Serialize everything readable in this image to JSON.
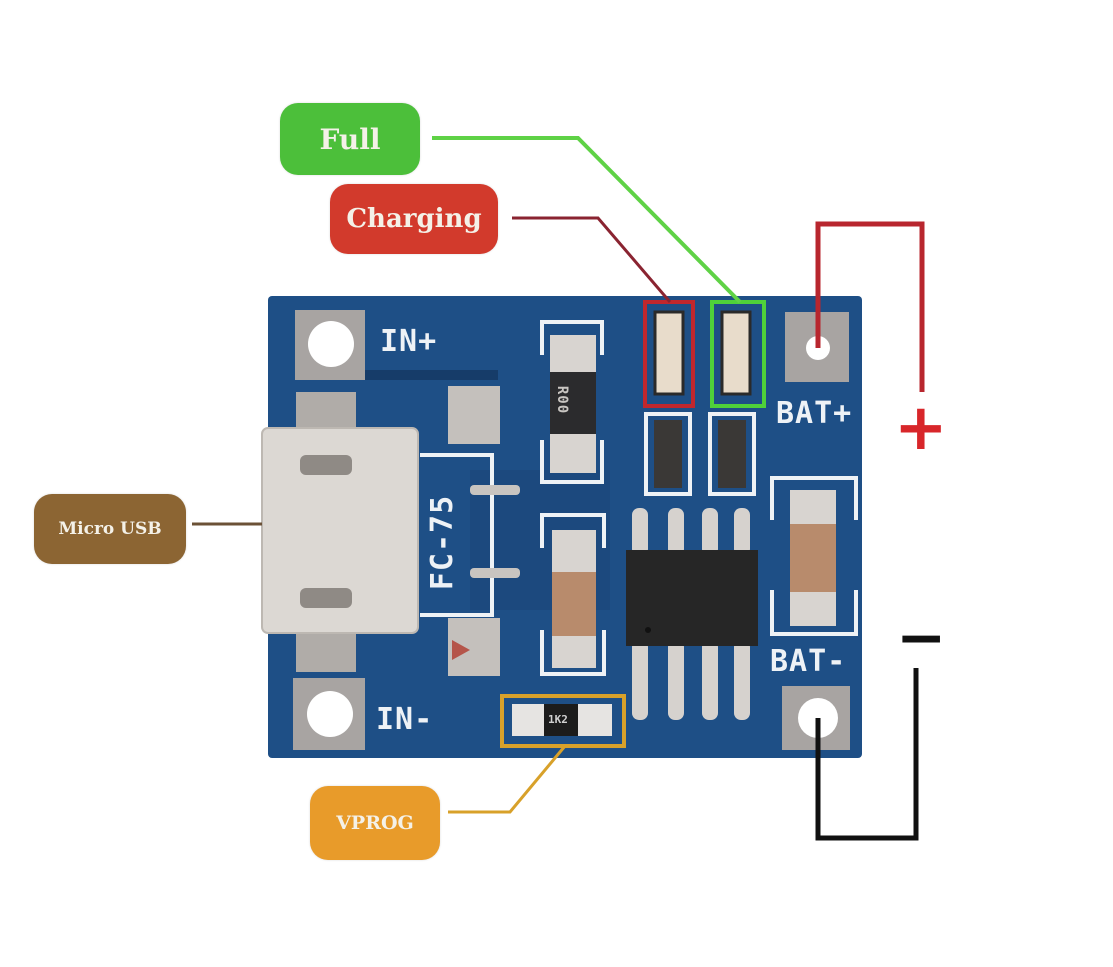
{
  "diagram": {
    "subject": "Li-ion charger module (TP4056-style)",
    "callouts": {
      "full": {
        "label": "Full",
        "color": "#4cbf3a"
      },
      "charging": {
        "label": "Charging",
        "color": "#d23a2c"
      },
      "micro_usb": {
        "label": "Micro USB",
        "color": "#8c6533"
      },
      "vprog": {
        "label": "VPROG",
        "color": "#e89b2a"
      }
    },
    "board_labels": {
      "in_plus": "IN+",
      "in_minus": "IN-",
      "bat_plus": "BAT+",
      "bat_minus": "BAT-",
      "fc_75": "FC-75",
      "resistor_r1": "R00",
      "vprog_resistor": "1K2"
    },
    "polarity": {
      "plus": "+",
      "minus": "−",
      "plus_color": "#d8262a",
      "minus_color": "#111111"
    },
    "colors": {
      "pcb": "#1e4f86",
      "pcb_dark": "#163c69",
      "pad": "#a8a4a2",
      "silkscreen": "#eef2f6",
      "red_wire": "#b8262e",
      "black_wire": "#111111",
      "green_line": "#5fd246",
      "orange_line": "#d8a12a",
      "brown_line": "#6b5136"
    }
  }
}
